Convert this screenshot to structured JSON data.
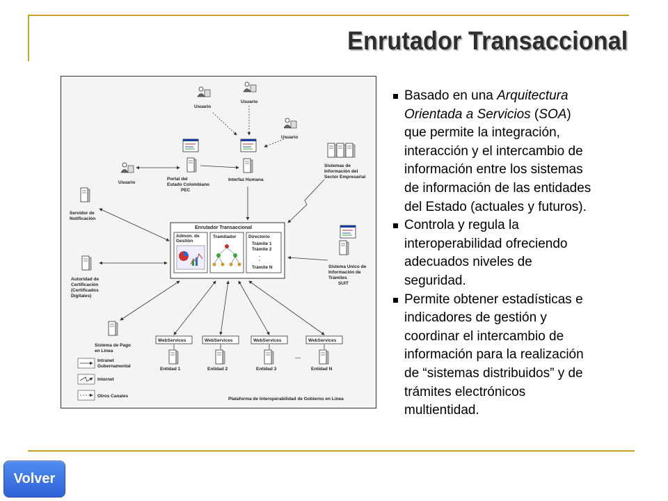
{
  "title": "Enrutador Transaccional",
  "volver_label": "Volver",
  "colors": {
    "frame": "#c8a02a",
    "button": "#3a73e0"
  },
  "bullets": [
    {
      "lines": [
        [
          {
            "t": "Basado en una "
          },
          {
            "t": "Arquitectura",
            "i": true
          }
        ],
        [
          {
            "t": "Orientada a Servicios",
            "i": true
          },
          {
            "t": " ("
          },
          {
            "t": "SOA",
            "i": true
          },
          {
            "t": ")"
          }
        ],
        [
          {
            "t": " que permite la integración,"
          }
        ],
        [
          {
            "t": " interacción y el intercambio de"
          }
        ],
        [
          {
            "t": " información entre los sistemas"
          }
        ],
        [
          {
            "t": " de información de las entidades"
          }
        ],
        [
          {
            "t": " del Estado (actuales y futuros)."
          }
        ]
      ]
    },
    {
      "lines": [
        [
          {
            "t": "Controla y regula la"
          }
        ],
        [
          {
            "t": "interoperabilidad ofreciendo"
          }
        ],
        [
          {
            "t": "adecuados niveles de"
          }
        ],
        [
          {
            "t": "seguridad."
          }
        ]
      ]
    },
    {
      "lines": [
        [
          {
            "t": "Permite obtener estadísticas e"
          }
        ],
        [
          {
            "t": "indicadores de gestión y"
          }
        ],
        [
          {
            "t": "coordinar el intercambio de"
          }
        ],
        [
          {
            "t": "información para la realización"
          }
        ],
        [
          {
            "t": "de “sistemas distribuidos” y de"
          }
        ],
        [
          {
            "t": "trámites electrónicos"
          }
        ],
        [
          {
            "t": "multientidad."
          }
        ]
      ]
    }
  ],
  "diagram": {
    "usuario": "Usuario",
    "portal": [
      "Portal del",
      "Estado Colombiano",
      "PEC"
    ],
    "interfaz": "Interfaz Humana",
    "sistemas_empresarial": [
      "Sistemas de",
      "Información del",
      "Sector Empresarial"
    ],
    "servidor": [
      "Servidor de",
      "Notificación"
    ],
    "router_title": "Enrutador Transaccional",
    "admon": [
      "Admon. de",
      "Gestión"
    ],
    "tramitador": "Tramitador",
    "directorio": "Directorio",
    "tramites": [
      "Trámite 1",
      "Trámite 2",
      "Trámite N"
    ],
    "autoridad": [
      "Autoridad de",
      "Certificación",
      "(Certificados",
      "Digitales)"
    ],
    "suit": [
      "Sistema Unico de",
      "Información de",
      "Trámites",
      "SUIT"
    ],
    "pago": [
      "Sistema de Pago",
      "en Línea"
    ],
    "webservices": "WebServices",
    "entidades": [
      "Entidad 1",
      "Entidad 2",
      "Entidad 3",
      "Entidad N"
    ],
    "ellipsis": "....",
    "legend": [
      [
        "Intranet",
        "Gubernamental"
      ],
      [
        "Internet"
      ],
      [
        "Otros Canales"
      ]
    ],
    "footer": "Plataforma de Interoperabilidad de Gobierno en Línea"
  }
}
